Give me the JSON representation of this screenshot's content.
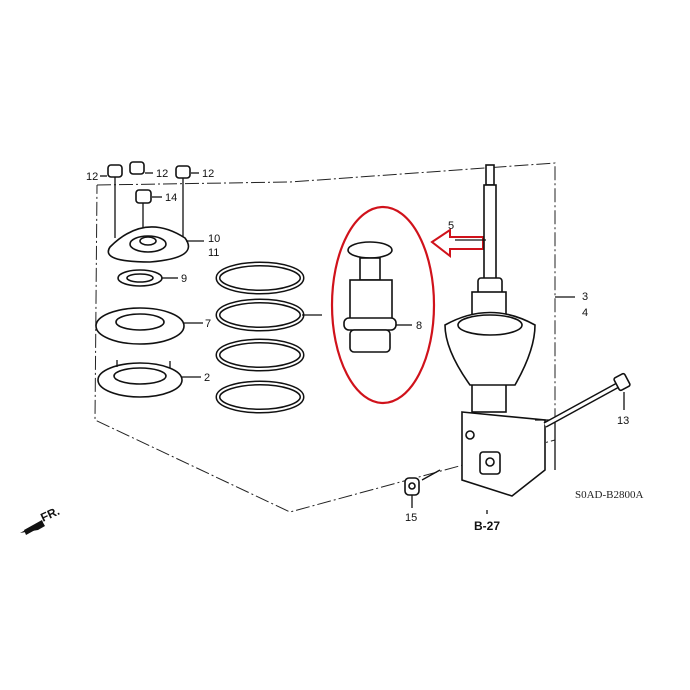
{
  "diagram": {
    "code": "S0AD-B2800A",
    "reference": "B-27",
    "direction": "FR.",
    "highlight_color": "#d0121b",
    "callouts": {
      "nut_left": "12",
      "nut_mid": "12",
      "nut_right": "12",
      "nut_center": "14",
      "mount_a": "10",
      "mount_b": "11",
      "bearing": "9",
      "seat": "7",
      "lower_seat": "2",
      "bump_stop": "8",
      "rod": "5",
      "strut_a": "3",
      "strut_b": "4",
      "bolt": "13",
      "flange_nut": "15"
    }
  }
}
